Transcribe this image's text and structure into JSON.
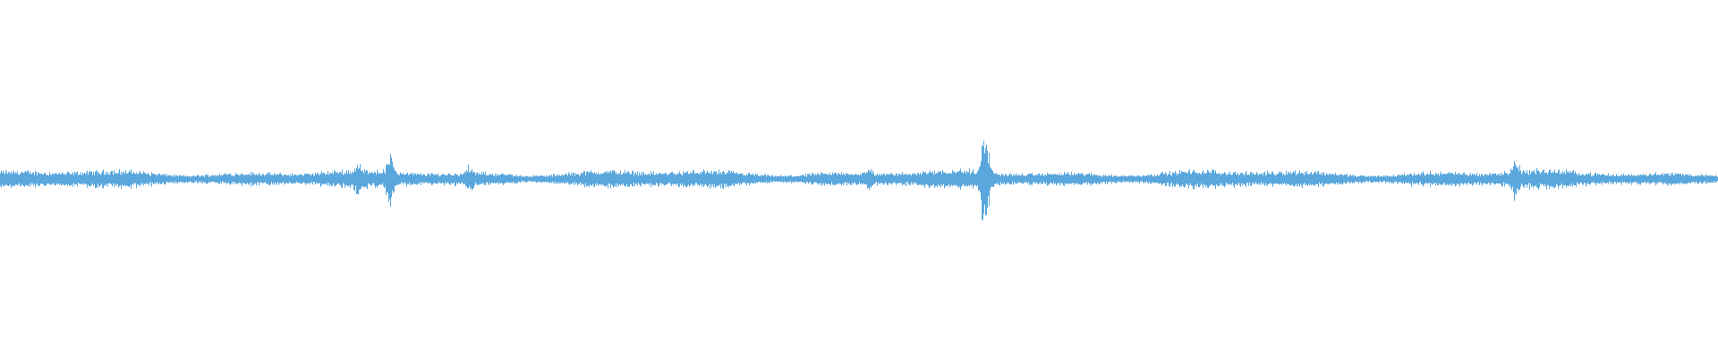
{
  "waveform": {
    "color": "#5aa7dd",
    "background": "#ffffff",
    "baseline_amplitude": 0.045,
    "noise_amplitude": 0.06,
    "spikes": [
      {
        "position": 0.208,
        "amplitude": 0.11
      },
      {
        "position": 0.227,
        "amplitude": 0.16
      },
      {
        "position": 0.273,
        "amplitude": 0.09
      },
      {
        "position": 0.506,
        "amplitude": 0.08
      },
      {
        "position": 0.573,
        "amplitude": 0.3
      },
      {
        "position": 0.882,
        "amplitude": 0.14
      }
    ]
  }
}
